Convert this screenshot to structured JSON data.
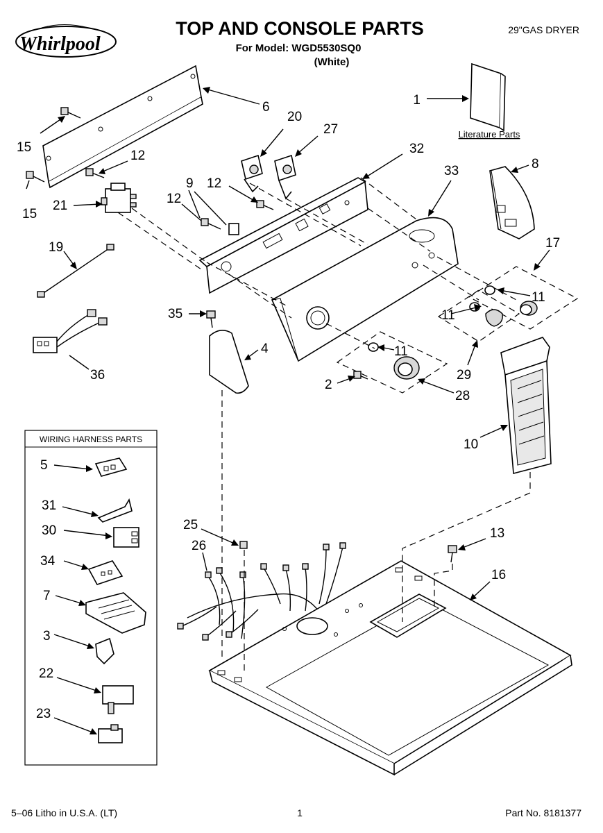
{
  "header": {
    "brand": "Whirlpool",
    "title": "TOP AND CONSOLE PARTS",
    "model_line": "For Model: WGD5530SQ0",
    "color_line": "(White)",
    "product": "29\"GAS DRYER"
  },
  "literature_label": "Literature Parts",
  "wiring_box_title": "WIRING HARNESS PARTS",
  "callouts": {
    "c1": "1",
    "c2": "2",
    "c3": "3",
    "c4": "4",
    "c5": "5",
    "c6": "6",
    "c7": "7",
    "c8": "8",
    "c9": "9",
    "c10": "10",
    "c11a": "11",
    "c11b": "11",
    "c11c": "11",
    "c12a": "12",
    "c12b": "12",
    "c12c": "12",
    "c13": "13",
    "c15a": "15",
    "c15b": "15",
    "c16": "16",
    "c17": "17",
    "c19": "19",
    "c20": "20",
    "c21": "21",
    "c22": "22",
    "c23": "23",
    "c25": "25",
    "c26": "26",
    "c27": "27",
    "c28": "28",
    "c29": "29",
    "c30": "30",
    "c31": "31",
    "c32": "32",
    "c33": "33",
    "c34": "34",
    "c35": "35",
    "c36": "36"
  },
  "footer": {
    "left": "5–06 Litho in U.S.A. (LT)",
    "page": "1",
    "part_no": "Part No. 8181377"
  }
}
